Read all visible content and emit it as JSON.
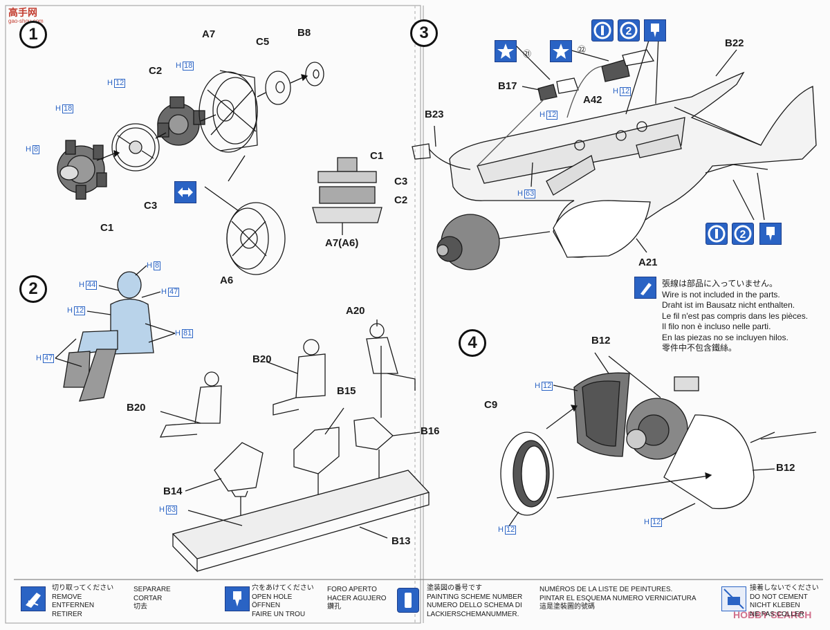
{
  "watermark": {
    "site": "高手网",
    "url": "gao-shou.com",
    "corner_brand": "HOBBY SEARCH"
  },
  "steps": [
    {
      "number": "1"
    },
    {
      "number": "2"
    },
    {
      "number": "3"
    },
    {
      "number": "4"
    }
  ],
  "step1": {
    "labels": {
      "a7": "A7",
      "b8": "B8",
      "c5": "C5",
      "c2": "C2",
      "c1_top": "C1",
      "c3_top": "C3",
      "c2_right": "C2",
      "a7a6": "A7(A6)",
      "c3": "C3",
      "c1": "C1",
      "a6": "A6"
    },
    "paint": [
      {
        "h": "H",
        "n": "18"
      },
      {
        "h": "H",
        "n": "12"
      },
      {
        "h": "H",
        "n": "18"
      },
      {
        "h": "H",
        "n": "8"
      }
    ]
  },
  "step2": {
    "labels": {
      "b20_left": "B20",
      "b20_mid": "B20",
      "a20": "A20",
      "b15": "B15",
      "b16": "B16",
      "b14": "B14",
      "b13": "B13"
    },
    "paint": [
      {
        "h": "H",
        "n": "8"
      },
      {
        "h": "H",
        "n": "44"
      },
      {
        "h": "H",
        "n": "47"
      },
      {
        "h": "H",
        "n": "12"
      },
      {
        "h": "H",
        "n": "81"
      },
      {
        "h": "H",
        "n": "47"
      },
      {
        "h": "H",
        "n": "63"
      }
    ]
  },
  "step3": {
    "labels": {
      "b22": "B22",
      "b17": "B17",
      "a42": "A42",
      "b23": "B23",
      "a21": "A21",
      "decal21": "㉑",
      "decal22": "㉒"
    },
    "paint": [
      {
        "h": "H",
        "n": "12"
      },
      {
        "h": "H",
        "n": "12"
      },
      {
        "h": "H",
        "n": "63"
      }
    ],
    "wire_note": [
      "張線は部品に入っていません。",
      "Wire is not included in the parts.",
      "Draht ist im Bausatz nicht enthalten.",
      "Le fil n'est pas compris dans les pièces.",
      "Il filo non è incluso nelle parti.",
      "En las piezas no se incluyen hilos.",
      "零件中不包含鐵絲。"
    ]
  },
  "step4": {
    "labels": {
      "b12_top": "B12",
      "c9": "C9",
      "b12_right": "B12"
    },
    "paint": [
      {
        "h": "H",
        "n": "12"
      },
      {
        "h": "H",
        "n": "12"
      },
      {
        "h": "H",
        "n": "12"
      }
    ]
  },
  "legend": {
    "remove": {
      "lines": [
        "切り取ってください",
        "REMOVE",
        "ENTFERNEN",
        "RETIRER"
      ],
      "lines2": [
        "SEPARARE",
        "CORTAR",
        "切去"
      ]
    },
    "open_hole": {
      "lines": [
        "穴をあけてください",
        "OPEN HOLE",
        "ÖFFNEN",
        "FAIRE UN TROU"
      ],
      "lines2": [
        "FORO APERTO",
        "HACER AGUJERO",
        "鑽孔"
      ]
    },
    "painting": {
      "lines": [
        "塗装図の番号です",
        "PAINTING SCHEME NUMBER",
        "NUMERO DELLO SCHEMA DI",
        "LACKIERSCHEMANUMMER."
      ],
      "lines2": [
        "NUMÉROS DE LA LISTE DE PEINTURES.",
        "PINTAR EL ESQUEMA NUMERO  VERNICIATURA",
        "這是塗裝圖的號碼"
      ]
    },
    "no_cement": {
      "lines": [
        "接着しないでください",
        "DO NOT CEMENT",
        "NICHT KLEBEN",
        "NE PAS COLLER"
      ]
    }
  },
  "colors": {
    "accent_blue": "#2a63c4",
    "figure_blue": "#b9d3ea",
    "line": "#1a1a1a"
  }
}
